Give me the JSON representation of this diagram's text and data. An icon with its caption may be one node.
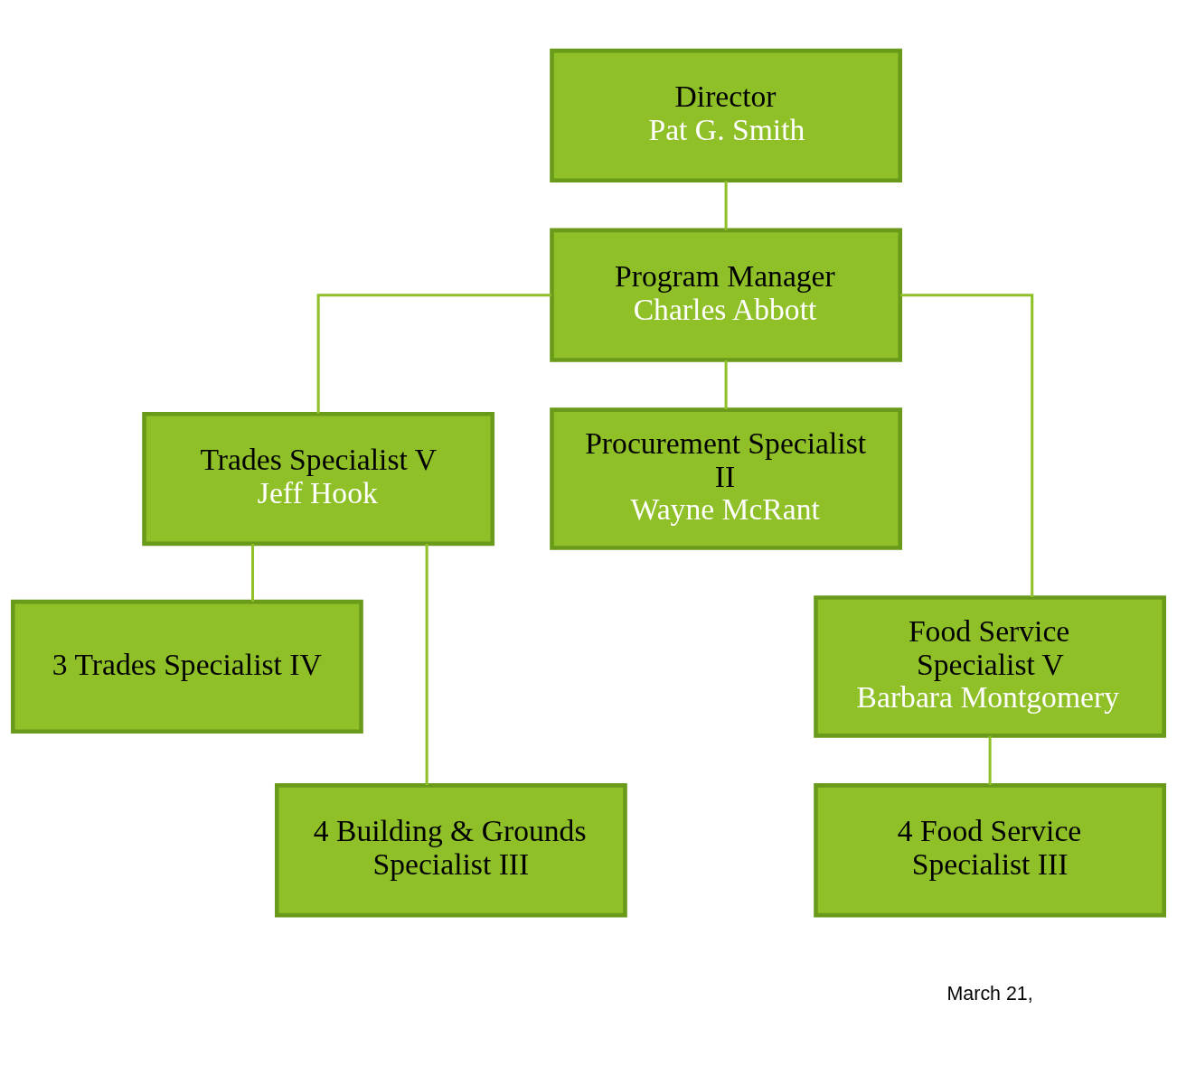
{
  "diagram": {
    "nodes": [
      {
        "text": [
          "Director",
          "Pat G. Smith"
        ]
      },
      {
        "text": [
          "Program Manager",
          "Charles Abbott"
        ]
      },
      {
        "text": [
          "Trades Specialist V",
          "Jeff Hook"
        ]
      },
      {
        "text": [
          "Procurement Specialist II",
          "Wayne McRant"
        ]
      },
      {
        "text": [
          "3 Trades Specialist IV"
        ]
      },
      {
        "text": [
          "Food Service Specialist V",
          "Barbara Montgomery"
        ]
      },
      {
        "text": [
          "4 Building & Grounds Specialist III"
        ]
      },
      {
        "text": [
          "4 Food Service Specialist III"
        ]
      }
    ],
    "edges": [
      {
        "from": 0,
        "to": 1,
        "arrow": "none"
      },
      {
        "from": 1,
        "to": 2,
        "arrow": "none"
      },
      {
        "from": 1,
        "to": 3,
        "arrow": "none"
      },
      {
        "from": 1,
        "to": 5,
        "arrow": "none"
      },
      {
        "from": 2,
        "to": 4,
        "arrow": "none"
      },
      {
        "from": 2,
        "to": 6,
        "arrow": "none"
      },
      {
        "from": 5,
        "to": 7,
        "arrow": "none"
      }
    ],
    "labels": [
      "March 21,"
    ]
  }
}
